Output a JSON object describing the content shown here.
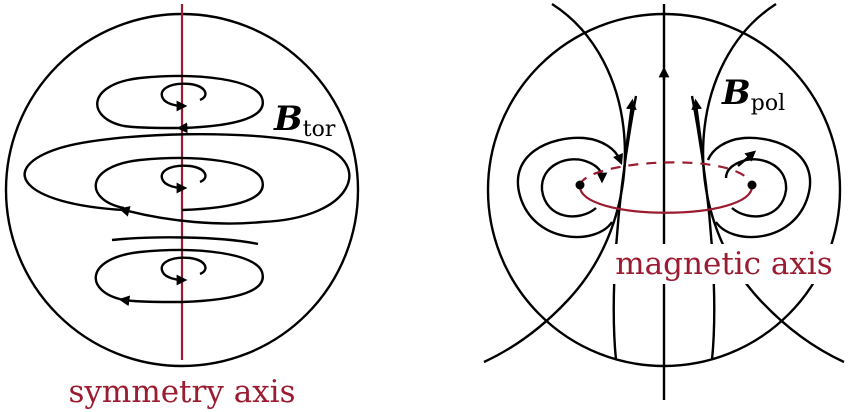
{
  "left_panel": {
    "field_symbol": "B",
    "field_subscript": "tor",
    "axis_label": "symmetry axis"
  },
  "right_panel": {
    "field_symbol": "B",
    "field_subscript": "pol",
    "axis_label": "magnetic axis"
  },
  "colors": {
    "line": "#000000",
    "axis_accent": "#9b1b30"
  }
}
